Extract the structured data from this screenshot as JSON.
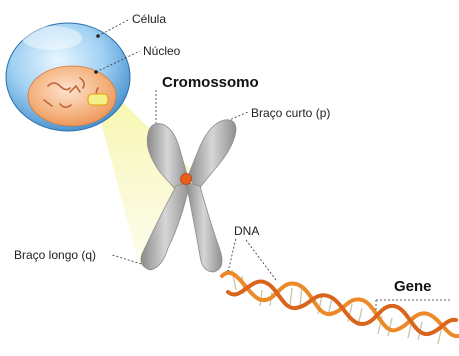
{
  "diagram": {
    "labels": {
      "cell": "Célula",
      "nucleus": "Núcleo",
      "chromosome": "Cromossomo",
      "short_arm": "Braço curto (p)",
      "long_arm": "Braço longo (q)",
      "dna": "DNA",
      "gene": "Gene"
    },
    "colors": {
      "cell_blue": "#5aa6de",
      "nucleus_orange": "#f2a672",
      "chromosome_gray": "#b5b5b5",
      "centromere_orange": "#e8601c",
      "dna_orange": "#ec8a2a",
      "highlight_yellow": "#f6f5b0"
    }
  }
}
